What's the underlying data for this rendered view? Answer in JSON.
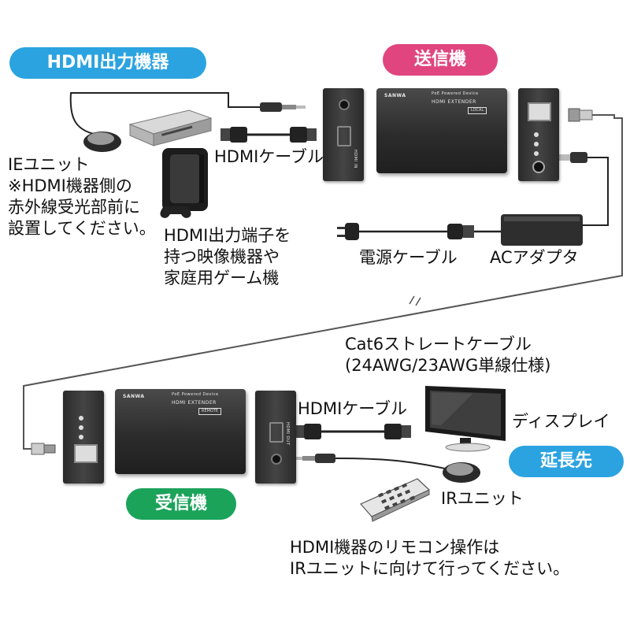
{
  "badges": {
    "hdmi_output_device": "HDMI出力機器",
    "transmitter": "送信機",
    "receiver": "受信機",
    "extension_side": "延長先"
  },
  "labels": {
    "ie_unit": [
      "IEユニット",
      "※HDMI機器側の",
      "赤外線受光部前に",
      "設置してください。"
    ],
    "hdmi_cable_top": "HDMIケーブル",
    "source_devices": [
      "HDMI出力端子を",
      "持つ映像機器や",
      "家庭用ゲーム機"
    ],
    "power_cable": "電源ケーブル",
    "ac_adapter": "ACアダプタ",
    "cat6_cable": [
      "Cat6ストレートケーブル",
      "(24AWG/23AWG単線仕様)"
    ],
    "hdmi_cable_bottom": "HDMIケーブル",
    "display": "ディスプレイ",
    "ir_unit": "IRユニット",
    "remote_note": [
      "HDMI機器のリモコン操作は",
      "IRユニットに向けて行ってください。"
    ]
  },
  "device_markings": {
    "brand": "SANWA",
    "poe": "PoE Powered Device",
    "product": "HDMI EXTENDER",
    "local": "LOCAL",
    "remote": "REMOTE",
    "hdmi_in": "HDMI IN",
    "hdmi_out": "HDMI OUT"
  },
  "colors": {
    "cyan_badge": "#2ba3e0",
    "magenta_badge": "#e0457f",
    "green_badge": "#1ba35a",
    "device_body": "#2e2e2e"
  }
}
